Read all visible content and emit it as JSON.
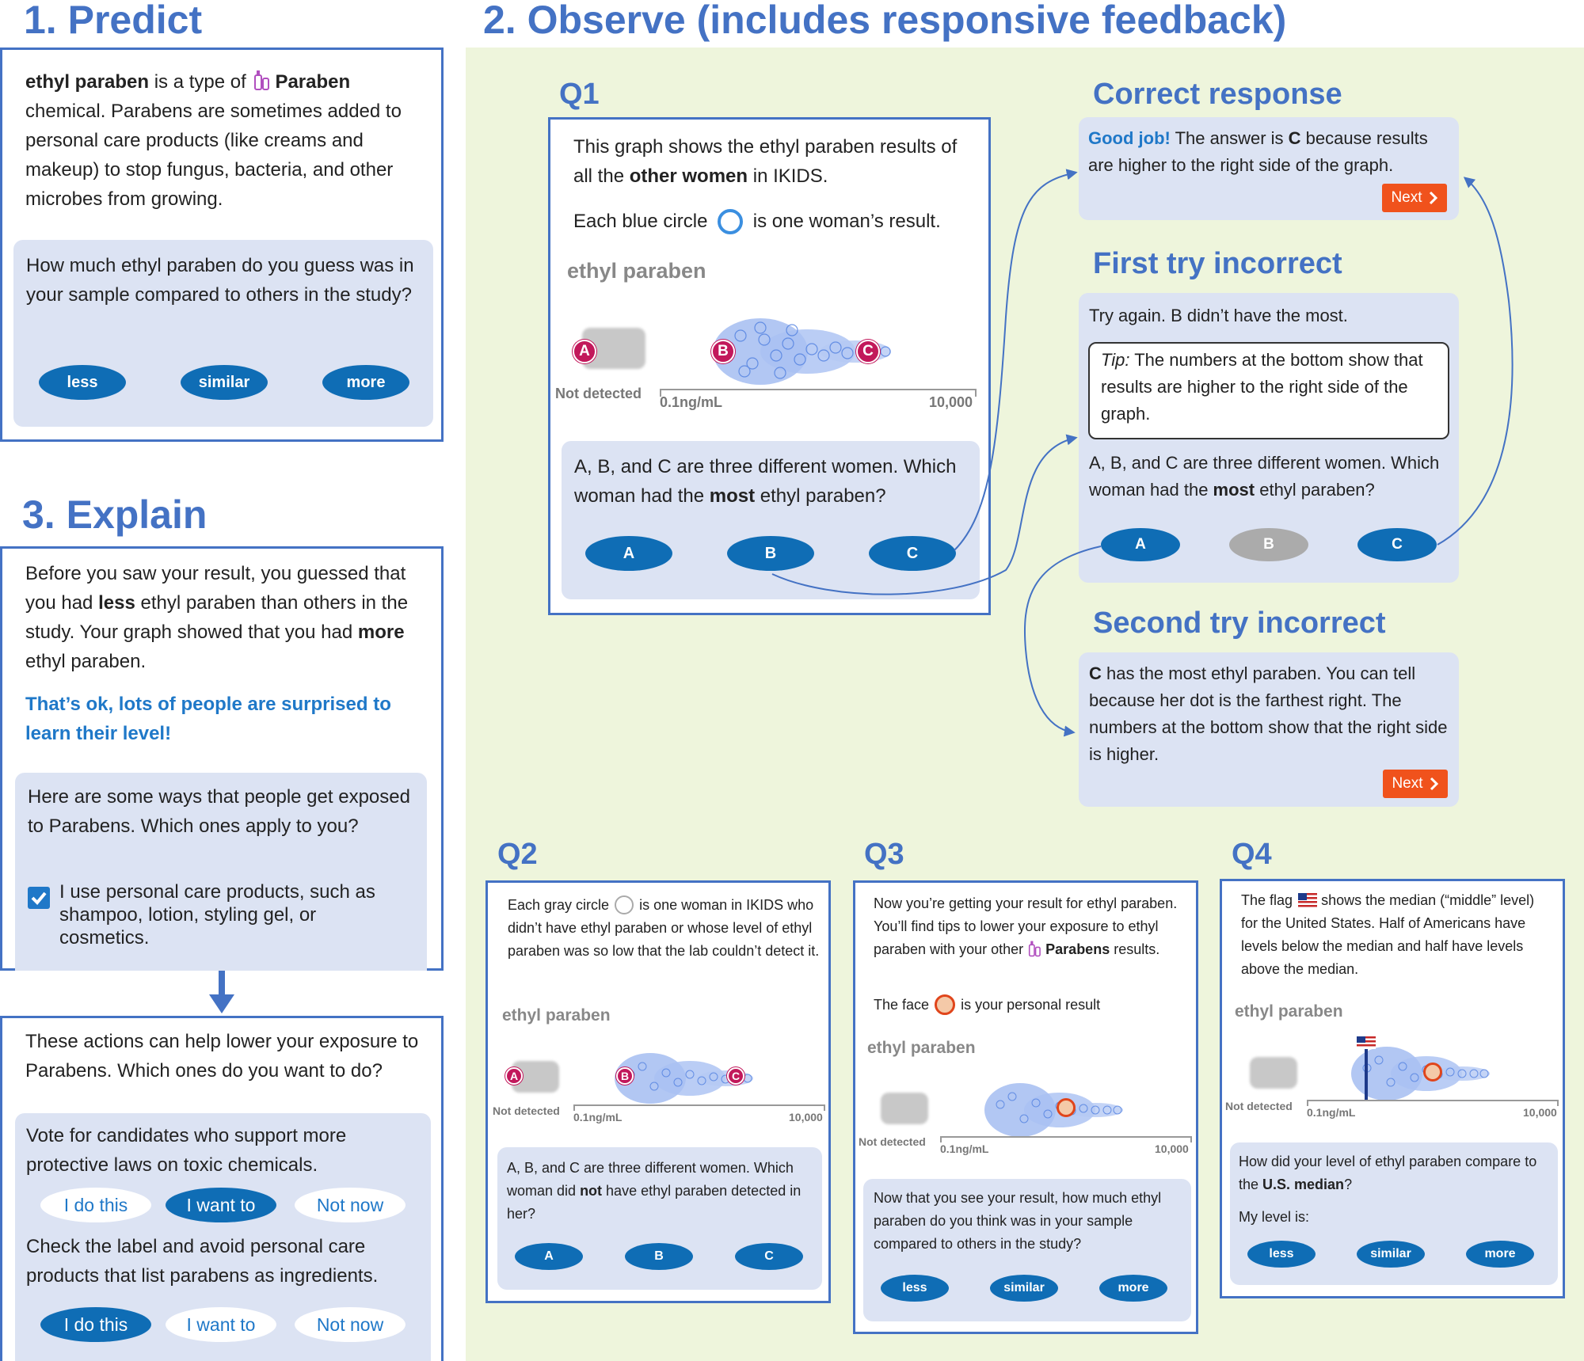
{
  "colors": {
    "heading": "#4472c4",
    "panel_border": "#4472c4",
    "inner_bg": "#dce3f3",
    "button": "#0f6db5",
    "next": "#f0521c",
    "observe_bg": "#eef5dc",
    "marker": "#c2185b",
    "highlight_text": "#1f78c8"
  },
  "predict": {
    "heading": "1. Predict",
    "intro_bold": "ethyl paraben",
    "intro_mid": " is a type of ",
    "intro_chem": "Paraben",
    "intro_rest": " chemical. Parabens are sometimes added to personal care products (like creams and makeup) to stop fungus, bacteria, and other microbes from growing.",
    "question": "How much ethyl paraben do you guess was in your sample compared to others in the study?",
    "options": [
      "less",
      "similar",
      "more"
    ]
  },
  "explain": {
    "heading": "3. Explain",
    "p1_a": "Before you saw your result, you guessed that you had ",
    "p1_b": "less",
    "p1_c": " ethyl paraben than others in the study. Your graph showed that you had ",
    "p1_d": "more",
    "p1_e": " ethyl paraben.",
    "reassure": "That’s ok, lots of people are surprised to learn their level!",
    "exposure_q": "Here are some ways that people get exposed to Parabens. Which ones apply to you?",
    "checkbox_label": "I use personal care products, such as shampoo, lotion, styling gel, or cosmetics.",
    "actions_q": "These actions can help lower your exposure to Parabens. Which ones do you want to do?",
    "action1": "Vote for candidates who support more protective laws on toxic chemicals.",
    "action2": "Check the label and avoid personal care products that list parabens as ingredients.",
    "choices": [
      "I do this",
      "I want to",
      "Not now"
    ]
  },
  "observe": {
    "heading": "2. Observe (includes responsive feedback)",
    "q1": {
      "label": "Q1",
      "l1_a": "This graph shows the ethyl paraben results of all the ",
      "l1_b": "other women",
      "l1_c": " in IKIDS.",
      "legend_a": "Each blue circle",
      "legend_b": "is one woman’s result.",
      "chem": "ethyl paraben",
      "nd": "Not detected",
      "axis_min": "0.1ng/mL",
      "axis_max": "10,000",
      "markers": [
        "A",
        "B",
        "C"
      ],
      "q_a": "A, B, and C are three different women. Which woman had the ",
      "q_b": "most",
      "q_c": " ethyl paraben?",
      "options": [
        "A",
        "B",
        "C"
      ]
    },
    "correct": {
      "heading": "Correct response",
      "good": "Good job!",
      "a": " The answer is ",
      "b": "C",
      "c": " because results are higher to the right side of the graph.",
      "next": "Next"
    },
    "first": {
      "heading": "First try incorrect",
      "line": "Try again. B didn’t have the most.",
      "tip_label": "Tip:",
      "tip": " The numbers at the bottom show that results are higher to the right side of the graph.",
      "q_a": "A, B, and C are three different women. Which woman had the ",
      "q_b": "most",
      "q_c": " ethyl paraben?",
      "options": [
        "A",
        "B",
        "C"
      ]
    },
    "second": {
      "heading": "Second try incorrect",
      "a": "C",
      "b": " has the most ethyl paraben. You can tell because her dot is the farthest right. The numbers at the bottom show that the right side is higher.",
      "next": "Next"
    },
    "q2": {
      "label": "Q2",
      "legend_a": "Each gray circle",
      "legend_b": " is one woman in IKIDS who didn’t have ethyl paraben or whose level of ethyl paraben was so low that the lab couldn’t detect it.",
      "chem": "ethyl paraben",
      "nd": "Not detected",
      "axis_min": "0.1ng/mL",
      "axis_max": "10,000",
      "markers": [
        "A",
        "B",
        "C"
      ],
      "q_a": "A, B, and C are three different women. Which woman did ",
      "q_b": "not",
      "q_c": " have ethyl paraben detected in her?",
      "options": [
        "A",
        "B",
        "C"
      ]
    },
    "q3": {
      "label": "Q3",
      "l1": "Now you’re getting your result for ethyl paraben. You’ll find tips to lower your exposure to ethyl paraben with your other",
      "l1_b": "Parabens",
      "l1_c": " results.",
      "face_a": "The face",
      "face_b": "is your personal result",
      "chem": "ethyl paraben",
      "nd": "Not detected",
      "axis_min": "0.1ng/mL",
      "axis_max": "10,000",
      "question": "Now that you see your result, how much ethyl paraben do you think was in your sample compared to others in the study?",
      "options": [
        "less",
        "similar",
        "more"
      ]
    },
    "q4": {
      "label": "Q4",
      "l_a": "The flag",
      "l_b": " shows the median (“middle” level) for the United States. Half of Americans have levels below the median and half have levels above the median.",
      "chem": "ethyl paraben",
      "nd": "Not detected",
      "axis_min": "0.1ng/mL",
      "axis_max": "10,000",
      "q_a": "How did your level of ethyl paraben compare to the ",
      "q_b": "U.S. median",
      "q_c": "?",
      "level": "My level is:",
      "options": [
        "less",
        "similar",
        "more"
      ]
    }
  }
}
